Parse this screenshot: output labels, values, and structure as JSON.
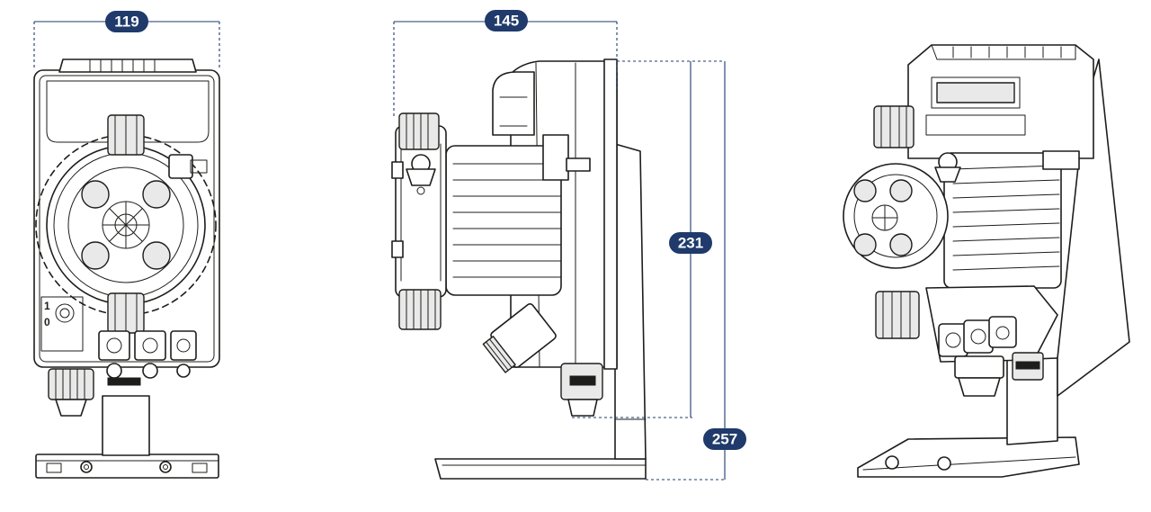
{
  "dimensions": {
    "width": "119",
    "depth": "145",
    "height_body": "231",
    "height_total": "257"
  },
  "front_view": {
    "switch_label_on": "1",
    "switch_label_off": "0"
  },
  "colors": {
    "dimension_line": "#1f3a6b",
    "badge_fill": "#1f3a6b",
    "badge_text": "#ffffff",
    "line_art": "#1d1d1b"
  }
}
